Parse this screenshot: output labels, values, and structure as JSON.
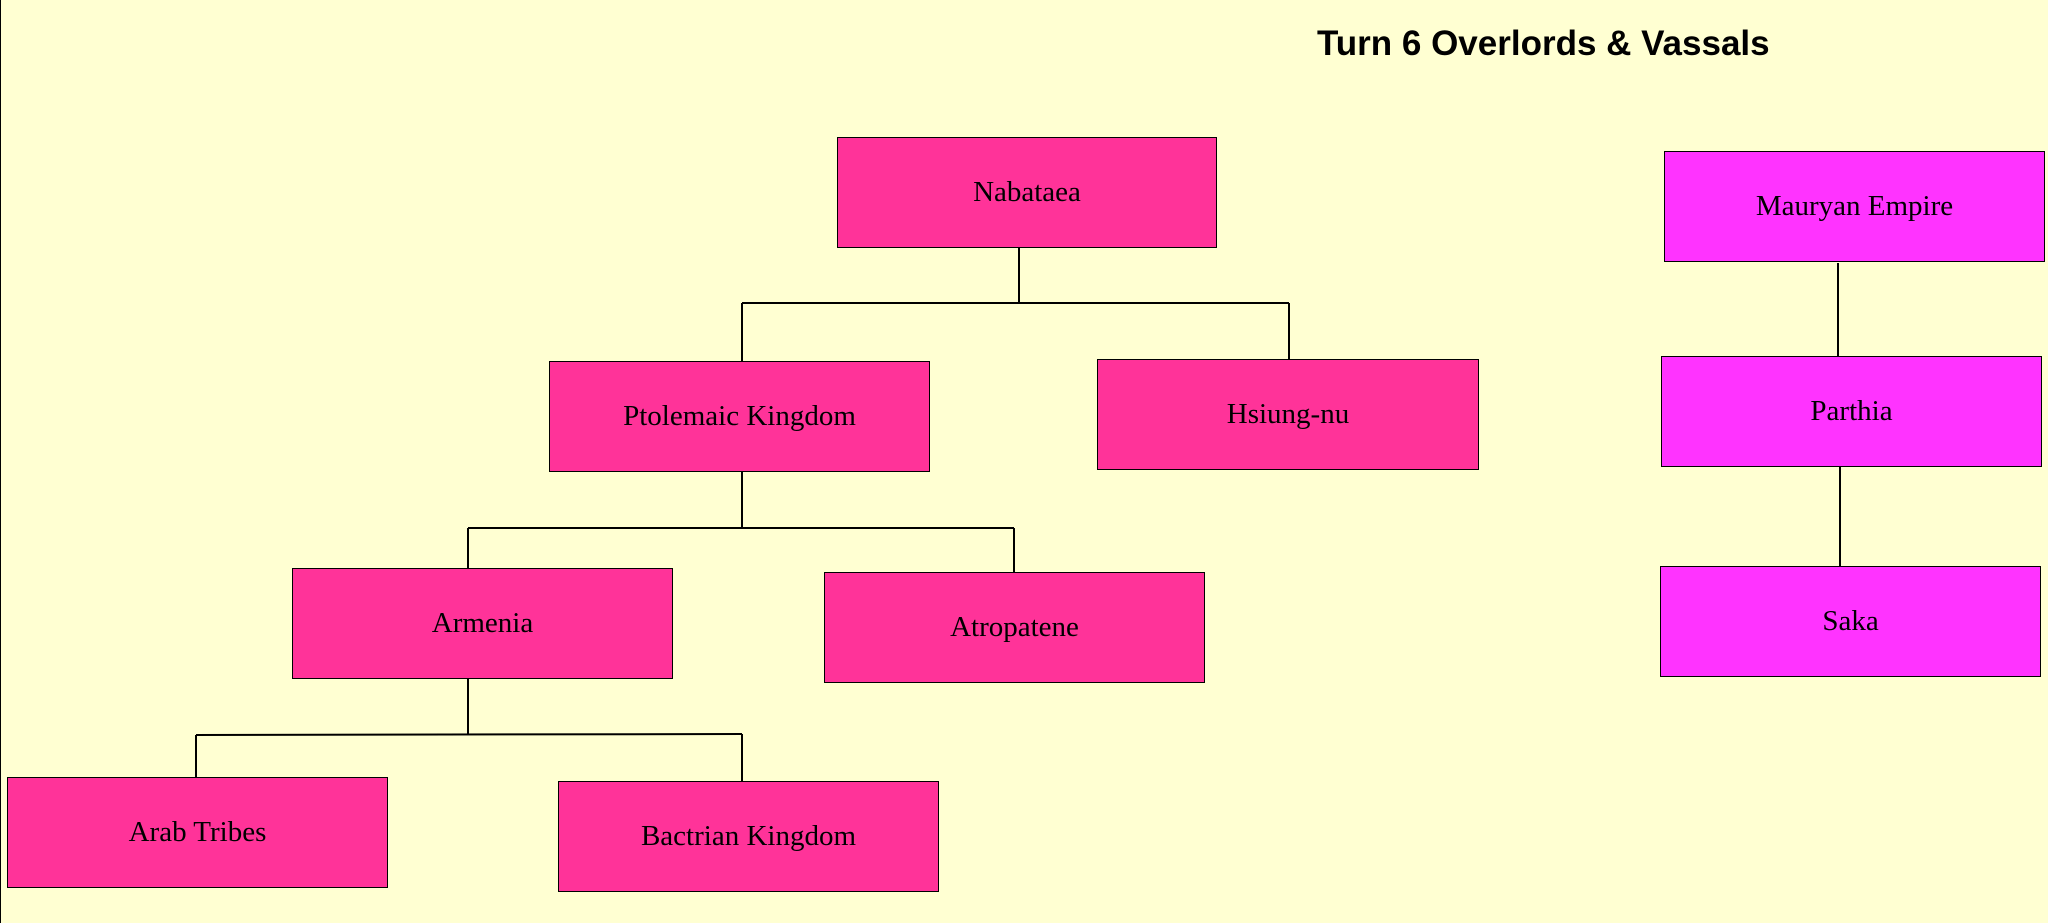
{
  "title": "Turn 6 Overlords & Vassals",
  "colors": {
    "background": "#FFFFD2",
    "node_pink": "#FF3399",
    "node_magenta": "#FF33FF",
    "line": "#000000"
  },
  "nodes": {
    "nabataea": "Nabataea",
    "ptolemaic_kingdom": "Ptolemaic Kingdom",
    "hsiung_nu": "Hsiung-nu",
    "armenia": "Armenia",
    "atropatene": "Atropatene",
    "arab_tribes": "Arab Tribes",
    "bactrian_kingdom": "Bactrian Kingdom",
    "mauryan_empire": "Mauryan Empire",
    "parthia": "Parthia",
    "saka": "Saka"
  },
  "hierarchy": [
    {
      "overlord": "Nabataea",
      "vassals": [
        "Ptolemaic Kingdom",
        "Hsiung-nu"
      ]
    },
    {
      "overlord": "Ptolemaic Kingdom",
      "vassals": [
        "Armenia",
        "Atropatene"
      ]
    },
    {
      "overlord": "Armenia",
      "vassals": [
        "Arab Tribes",
        "Bactrian Kingdom"
      ]
    },
    {
      "overlord": "Mauryan Empire",
      "vassals": [
        "Parthia"
      ]
    },
    {
      "overlord": "Parthia",
      "vassals": [
        "Saka"
      ]
    }
  ]
}
